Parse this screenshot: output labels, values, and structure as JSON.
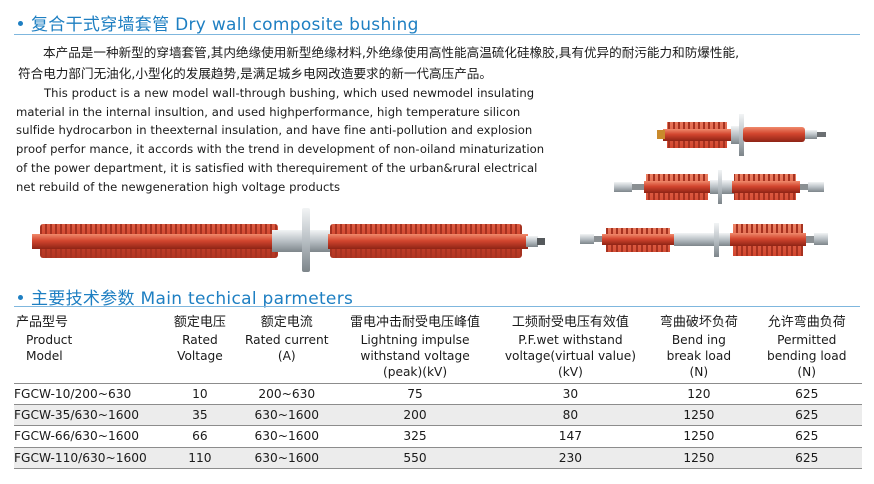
{
  "section1": {
    "title": "复合干式穿墙套管 Dry wall composite  bushing",
    "cn_lines": [
      "本产品是一种新型的穿墙套管,其内绝缘使用新型绝缘材料,外绝缘使用高性能高温硫化硅橡胶,具有优异的耐污能力和防爆性能,",
      "符合电力部门无油化,小型化的发展趋势,是满足城乡电网改造要求的新一代高压产品。"
    ],
    "en_lines": [
      "This product is a new model wall-through bushing, which used newmodel insulating",
      "material in the internal insultion, and used highperformance, high temperature silicon",
      "sulfide hydrocarbon in theexternal insulation, and have fine anti-pollution and explosion",
      "proof perfor mance, it accords with the trend in development of non-oiland minaturization",
      "of the power department, it is satisfied with therequirement of the urban&rural electrical",
      "net rebuild of the newgeneration high voltage products"
    ]
  },
  "section2": {
    "title": "主要技术参数 Main techical parmeters"
  },
  "table": {
    "headers": [
      {
        "cn": "产品型号",
        "en": [
          "Product",
          "Model"
        ]
      },
      {
        "cn": "额定电压",
        "en": [
          "Rated",
          "Voltage"
        ]
      },
      {
        "cn": "额定电流",
        "en": [
          "Rated current",
          "(A)"
        ]
      },
      {
        "cn": "雷电冲击耐受电压峰值",
        "en": [
          "Lightning impulse",
          "withstand voltage",
          "(peak)(kV)"
        ]
      },
      {
        "cn": "工频耐受电压有效值",
        "en": [
          "P.F.wet withstand",
          "voltage(virtual value)",
          "(kV)"
        ]
      },
      {
        "cn": "弯曲破坏负荷",
        "en": [
          "Bend ing",
          "break load",
          "(N)"
        ]
      },
      {
        "cn": "允许弯曲负荷",
        "en": [
          "Permitted",
          "bending load",
          "(N)"
        ]
      }
    ],
    "rows": [
      [
        "FGCW-10/200~630",
        "10",
        "200~630",
        "75",
        "30",
        "120",
        "625"
      ],
      [
        "FGCW-35/630~1600",
        "35",
        "630~1600",
        "200",
        "80",
        "1250",
        "625"
      ],
      [
        "FGCW-66/630~1600",
        "66",
        "630~1600",
        "325",
        "147",
        "1250",
        "625"
      ],
      [
        "FGCW-110/630~1600",
        "110",
        "630~1600",
        "550",
        "230",
        "1250",
        "625"
      ]
    ]
  },
  "colors": {
    "accent_blue": "#1e7fc2",
    "bushing_red": "#d2452e",
    "flange_gray": "#c9ced2",
    "table_alt_row": "#ececec"
  },
  "images": [
    "large-bushing-photo",
    "small-bushing-photo",
    "medium-bushing-photo",
    "long-bushing-photo"
  ]
}
